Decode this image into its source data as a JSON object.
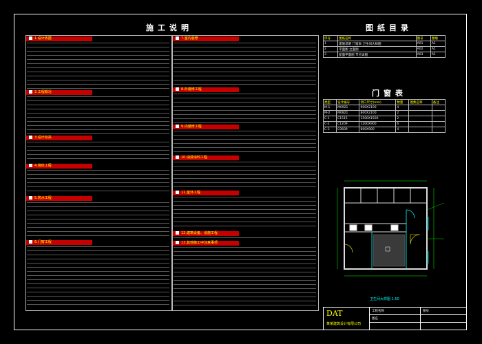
{
  "main_title": "施工说明",
  "drawing_index_title": "图纸目录",
  "door_window_title": "门窗表",
  "sections_left": [
    {
      "title": "1.设计依据"
    },
    {
      "title": "2.工程概况"
    },
    {
      "title": "3.设计标高"
    },
    {
      "title": "4.墙体工程"
    },
    {
      "title": "5.防水工程"
    },
    {
      "title": "6.门窗工程"
    }
  ],
  "sections_mid": [
    {
      "title": "7.室内装修"
    },
    {
      "title": "8.外装修工程"
    },
    {
      "title": "9.内装修工程"
    },
    {
      "title": "10.油漆涂料工程"
    },
    {
      "title": "11.室外工程"
    },
    {
      "title": "12.建筑设备、设施工程"
    },
    {
      "title": "13.其他施工中注意事项"
    }
  ],
  "index_headers": [
    "序号",
    "图纸名称",
    "图号",
    "图幅"
  ],
  "index_rows": [
    [
      "1",
      "建施说明 门窗表 卫生间大样图",
      "A01",
      "A1"
    ],
    [
      "2",
      "平面图 立面图",
      "A02",
      "A1"
    ],
    [
      "3",
      "屋面平面图 节点详图",
      "A03",
      "A1"
    ]
  ],
  "door_headers": [
    "类型",
    "设计编号",
    "洞口尺寸(mm)",
    "数量",
    "图集名称",
    "备注"
  ],
  "door_rows": [
    [
      "M-1",
      "M0921",
      "900X2100",
      "4",
      "",
      ""
    ],
    [
      "M-2",
      "M0821",
      "800X2100",
      "2",
      "",
      ""
    ],
    [
      "C-1",
      "C1515",
      "1500X1500",
      "2",
      "",
      ""
    ],
    [
      "C-2",
      "C1209",
      "1200X900",
      "6",
      "",
      ""
    ],
    [
      "C-3",
      "C0609",
      "600X900",
      "4",
      "",
      ""
    ]
  ],
  "plan_label": "卫生间大样图",
  "plan_scale": "1:50",
  "titleblock": {
    "logo": "DAT",
    "company": "某某建筑设计有限公司",
    "project_label": "工程名称",
    "drawing_label": "图名",
    "drawing_no_label": "图号"
  },
  "colors": {
    "section_bg": "#c40000",
    "section_fg": "#ffff00",
    "accent_cyan": "#00ffff"
  }
}
